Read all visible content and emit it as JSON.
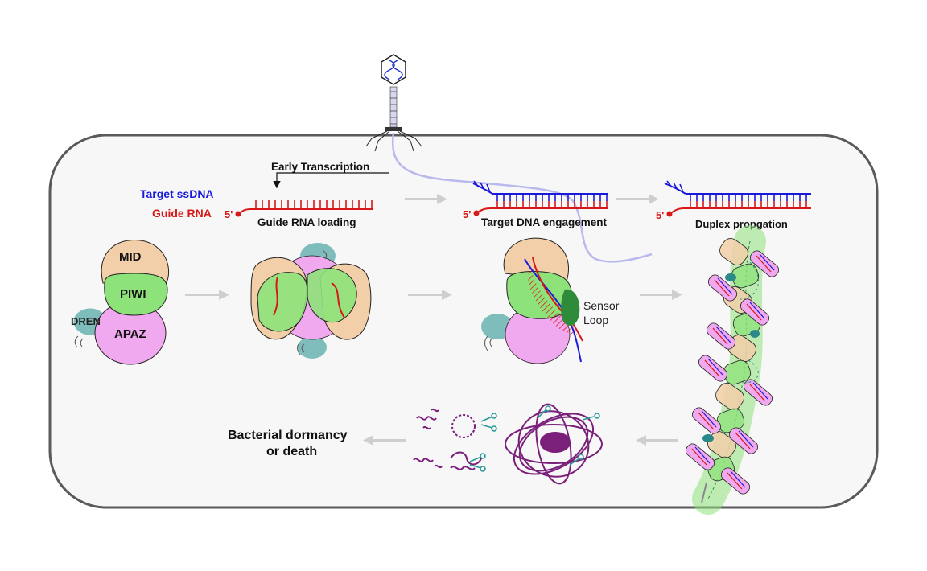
{
  "labels": {
    "early_transcription": "Early Transcription",
    "target_ssdna": "Target ssDNA",
    "guide_rna": "Guide RNA",
    "five_prime": "5'",
    "guide_loading": "Guide RNA loading",
    "target_engagement": "Target DNA engagement",
    "duplex_propagation": "Duplex propgation",
    "mid": "MID",
    "piwi": "PIWI",
    "dren": "DREN",
    "apaz": "APAZ",
    "sensor": "Sensor",
    "loop": "Loop",
    "outcome_line1": "Bacterial dormancy",
    "outcome_line2": "or death"
  },
  "colors": {
    "dna": "#1a1adb",
    "rna": "#d81818",
    "mid": "#f2cfa8",
    "piwi": "#8ee27a",
    "apaz": "#f0a8ee",
    "dren": "#7fbcbc",
    "sensor": "#2e8b3a",
    "debris": "#7a1f7a",
    "arrow": "#cfcfcf",
    "phage_dna": "#b9b9ee",
    "cell_border": "#5a5a5a"
  }
}
